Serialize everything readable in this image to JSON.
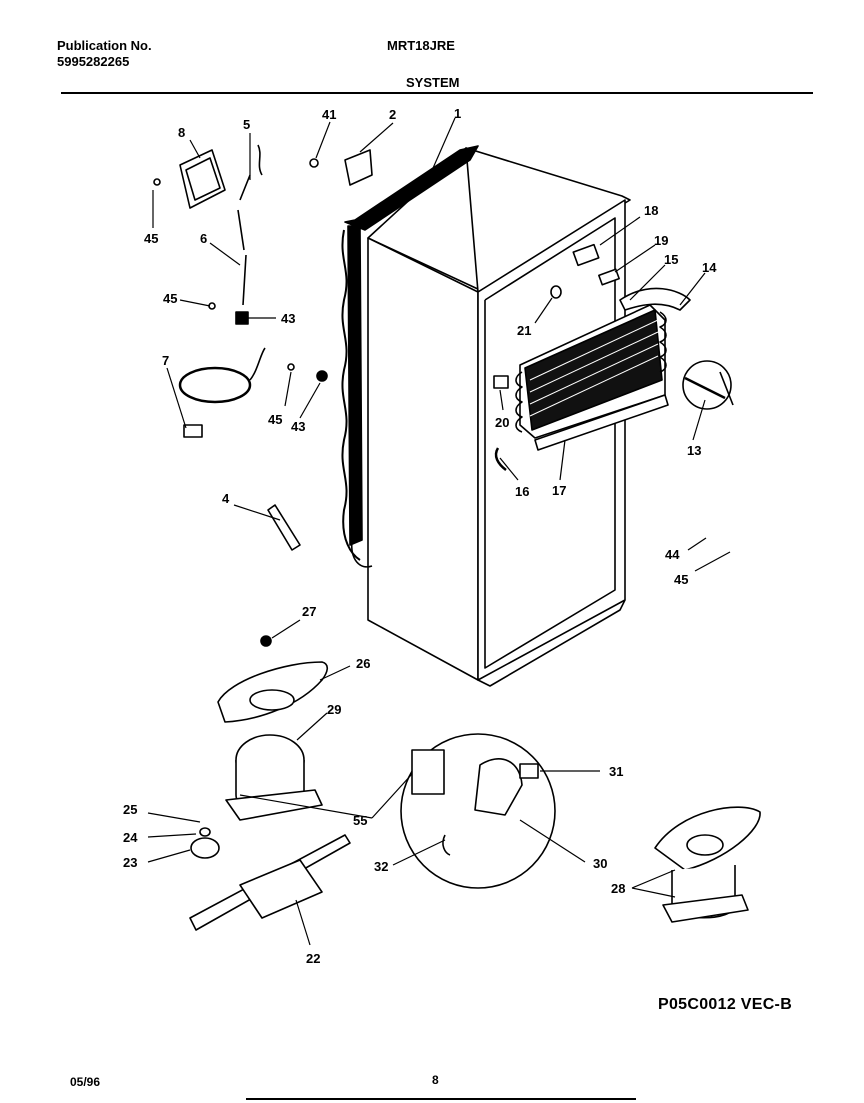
{
  "header": {
    "publication_label": "Publication No.",
    "publication_number": "5995282265",
    "model": "MRT18JRE",
    "section": "SYSTEM"
  },
  "callouts": [
    "1",
    "2",
    "41",
    "5",
    "8",
    "45",
    "6",
    "45",
    "43",
    "7",
    "45",
    "43",
    "4",
    "18",
    "19",
    "15",
    "14",
    "21",
    "20",
    "16",
    "17",
    "13",
    "44",
    "45",
    "27",
    "26",
    "29",
    "25",
    "24",
    "23",
    "22",
    "55",
    "31",
    "32",
    "30",
    "28"
  ],
  "drawing_code": "P05C0012 VEC-B",
  "footer": {
    "date": "05/96",
    "page": "8"
  }
}
